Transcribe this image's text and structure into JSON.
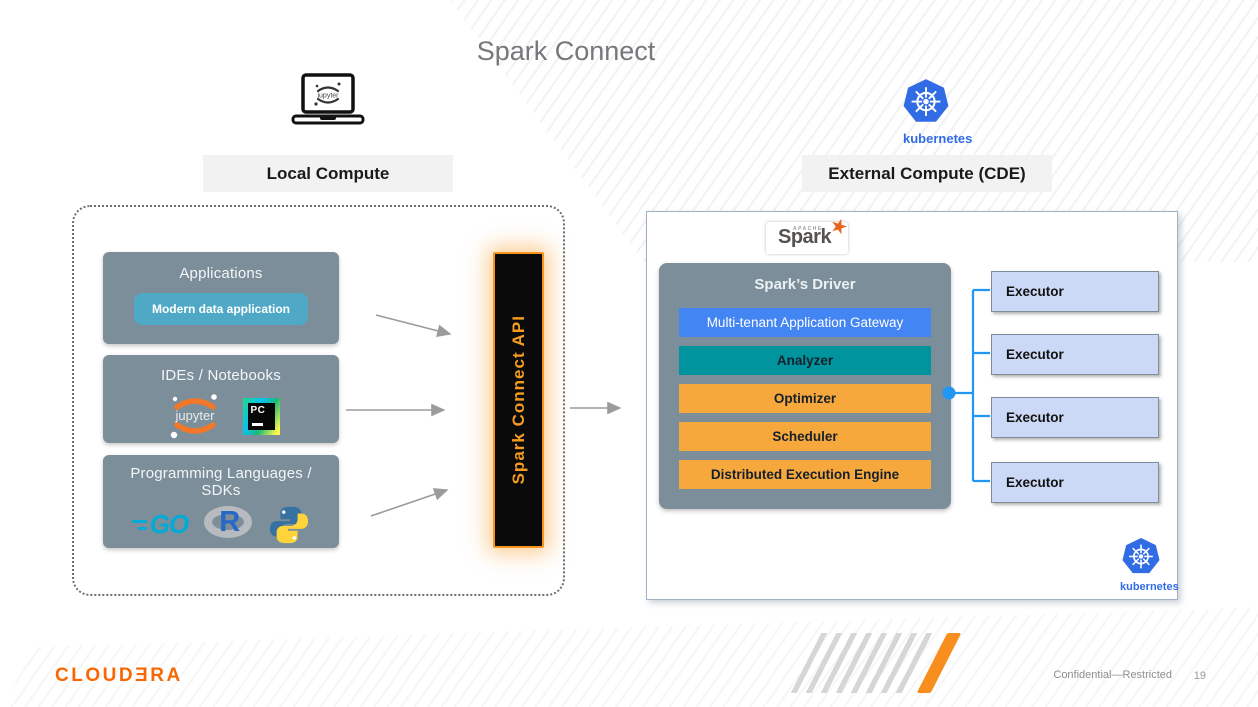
{
  "title": "Spark Connect",
  "local_compute": {
    "label": "Local Compute",
    "laptop_brand": "jupyter",
    "applications": {
      "title": "Applications",
      "chip": "Modern data application"
    },
    "ides": {
      "title": "IDEs / Notebooks",
      "jupyter": "jupyter",
      "pycharm": "PC"
    },
    "languages": {
      "title": "Programming Languages / SDKs",
      "go": "GO",
      "r": "R"
    }
  },
  "api_bar": {
    "label": "Spark Connect API"
  },
  "external_compute": {
    "label": "External Compute (CDE)",
    "kubernetes_top": "kubernetes",
    "kubernetes_bottom": "kubernetes",
    "spark_logo": {
      "apache": "APACHE",
      "name": "Spark",
      "star": "★"
    },
    "driver": {
      "title": "Spark’s Driver",
      "rows": [
        {
          "label": "Multi-tenant Application Gateway",
          "color": "#4485F4"
        },
        {
          "label": "Analyzer",
          "color": "#00959E"
        },
        {
          "label": "Optimizer",
          "color": "#F7A83C"
        },
        {
          "label": "Scheduler",
          "color": "#F7A83C"
        },
        {
          "label": "Distributed Execution Engine",
          "color": "#F7A83C"
        }
      ]
    },
    "executors": [
      {
        "label": "Executor"
      },
      {
        "label": "Executor"
      },
      {
        "label": "Executor"
      },
      {
        "label": "Executor"
      }
    ]
  },
  "footer": {
    "brand": "CLOUDƎRA",
    "confidential": "Confidential—Restricted",
    "page": "19"
  },
  "colors": {
    "accent_orange": "#F7941E",
    "slate_box": "#7B8E9A",
    "chip_teal": "#4FA9C6",
    "executor_fill": "#CBD9F7",
    "connector_blue": "#2196F3",
    "kubernetes_blue": "#326CE5",
    "cloudera_orange": "#F96702",
    "title_gray": "#77787C"
  }
}
